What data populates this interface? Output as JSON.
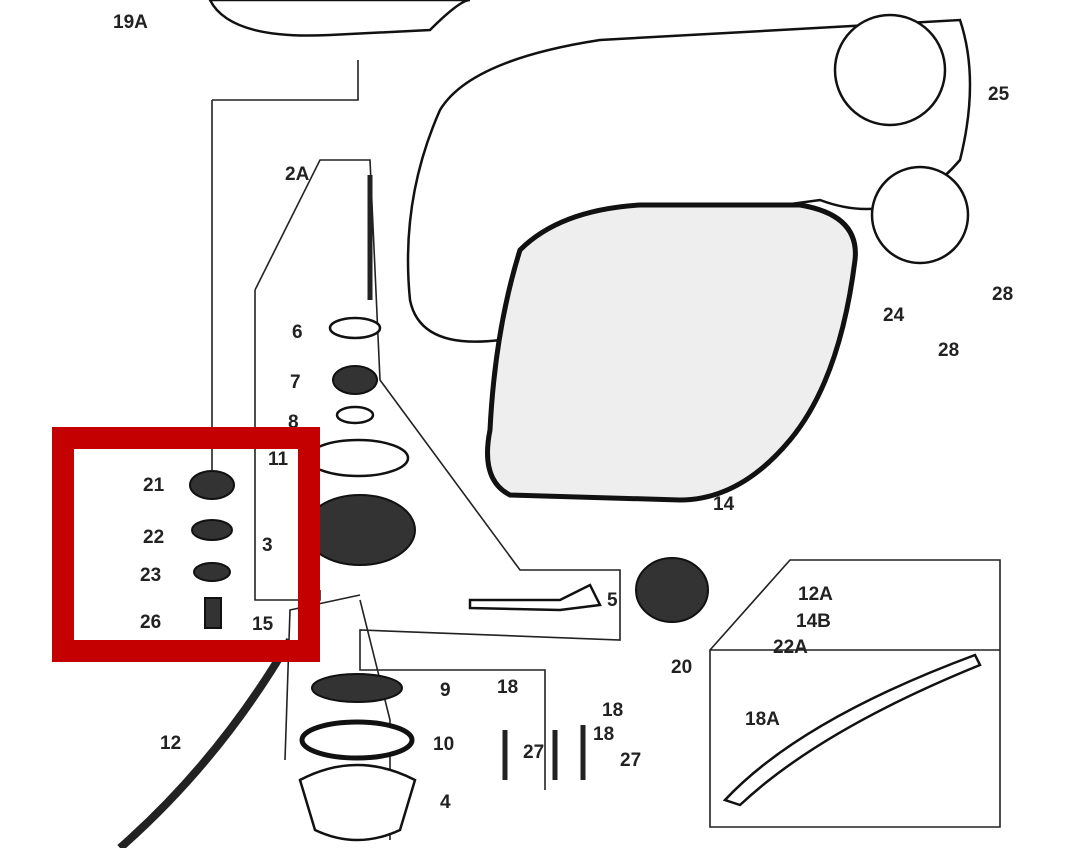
{
  "diagram": {
    "highlight_color": "#c40000",
    "labels": [
      {
        "id": "19A",
        "text": "19A"
      },
      {
        "id": "25",
        "text": "25"
      },
      {
        "id": "2A",
        "text": "2A"
      },
      {
        "id": "6",
        "text": "6"
      },
      {
        "id": "7",
        "text": "7"
      },
      {
        "id": "8",
        "text": "8"
      },
      {
        "id": "11",
        "text": "11"
      },
      {
        "id": "21",
        "text": "21"
      },
      {
        "id": "22",
        "text": "22"
      },
      {
        "id": "3",
        "text": "3"
      },
      {
        "id": "23",
        "text": "23"
      },
      {
        "id": "26",
        "text": "26"
      },
      {
        "id": "15",
        "text": "15"
      },
      {
        "id": "5",
        "text": "5"
      },
      {
        "id": "20",
        "text": "20"
      },
      {
        "id": "24",
        "text": "24"
      },
      {
        "id": "28a",
        "text": "28"
      },
      {
        "id": "28b",
        "text": "28"
      },
      {
        "id": "14",
        "text": "14"
      },
      {
        "id": "12A",
        "text": "12A"
      },
      {
        "id": "14B",
        "text": "14B"
      },
      {
        "id": "22A",
        "text": "22A"
      },
      {
        "id": "18A",
        "text": "18A"
      },
      {
        "id": "9",
        "text": "9"
      },
      {
        "id": "10",
        "text": "10"
      },
      {
        "id": "4",
        "text": "4"
      },
      {
        "id": "12",
        "text": "12"
      },
      {
        "id": "18a",
        "text": "18"
      },
      {
        "id": "18b",
        "text": "18"
      },
      {
        "id": "18c",
        "text": "18"
      },
      {
        "id": "27a",
        "text": "27"
      },
      {
        "id": "27b",
        "text": "27"
      }
    ]
  }
}
